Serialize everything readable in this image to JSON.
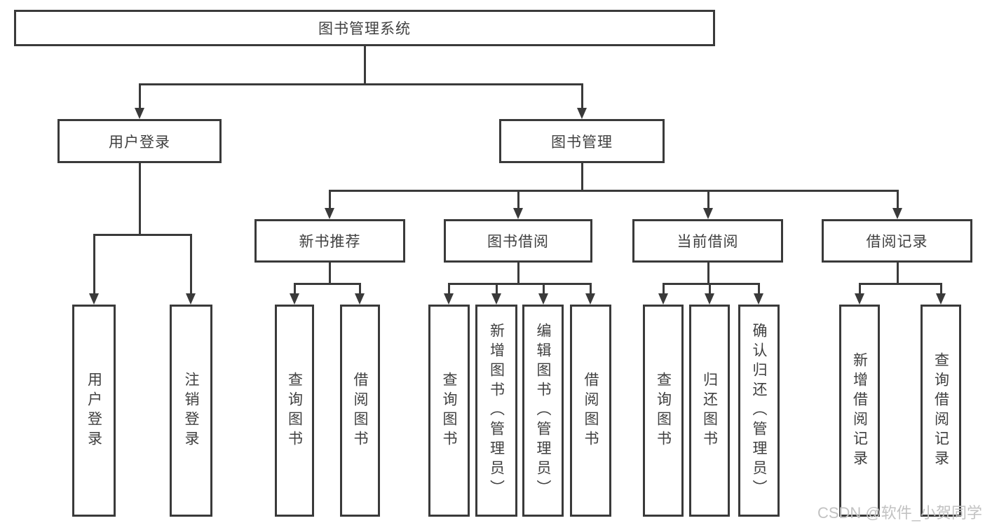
{
  "tree": {
    "label": "图书管理系统",
    "children": [
      {
        "label": "用户登录",
        "children": [
          {
            "label": "用户登录"
          },
          {
            "label": "注销登录"
          }
        ]
      },
      {
        "label": "图书管理",
        "children": [
          {
            "label": "新书推荐",
            "children": [
              {
                "label": "查询图书"
              },
              {
                "label": "借阅图书"
              }
            ]
          },
          {
            "label": "图书借阅",
            "children": [
              {
                "label": "查询图书"
              },
              {
                "label": "新增图书（管理员）"
              },
              {
                "label": "编辑图书（管理员）"
              },
              {
                "label": "借阅图书"
              }
            ]
          },
          {
            "label": "当前借阅",
            "children": [
              {
                "label": "查询图书"
              },
              {
                "label": "归还图书"
              },
              {
                "label": "确认归还（管理员）"
              }
            ]
          },
          {
            "label": "借阅记录",
            "children": [
              {
                "label": "新增借阅记录"
              },
              {
                "label": "查询借阅记录"
              }
            ]
          }
        ]
      }
    ]
  },
  "watermark": {
    "text": "CSDN @软件_小贺同学"
  },
  "colors": {
    "line": "#3a3a3a",
    "text": "#404040",
    "watermark": "#c2c2c2"
  }
}
